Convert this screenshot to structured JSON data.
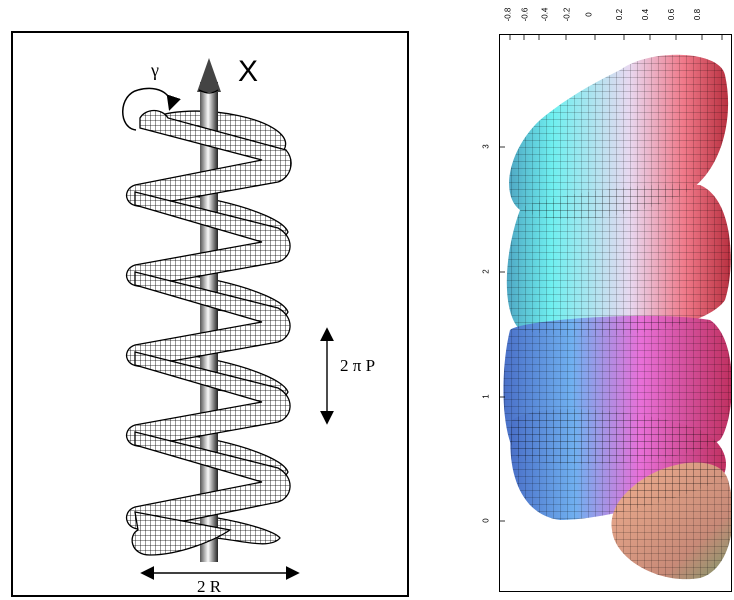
{
  "left_figure": {
    "axis_label": "X",
    "rotation_label": "γ",
    "pitch_label": "2 π P",
    "width_label": "2 R"
  },
  "right_figure": {
    "top_ticks": [
      "-0.8",
      "-0.6",
      "-0.4",
      "-0.2",
      "0",
      "0.2",
      "0.4",
      "0.6",
      "0.8"
    ],
    "left_ticks": [
      "3",
      "2",
      "1",
      "0"
    ],
    "colors": {
      "cyan": "#5fe0ec",
      "pink": "#e86090",
      "salmon": "#e89878",
      "blue": "#6080e8"
    }
  }
}
